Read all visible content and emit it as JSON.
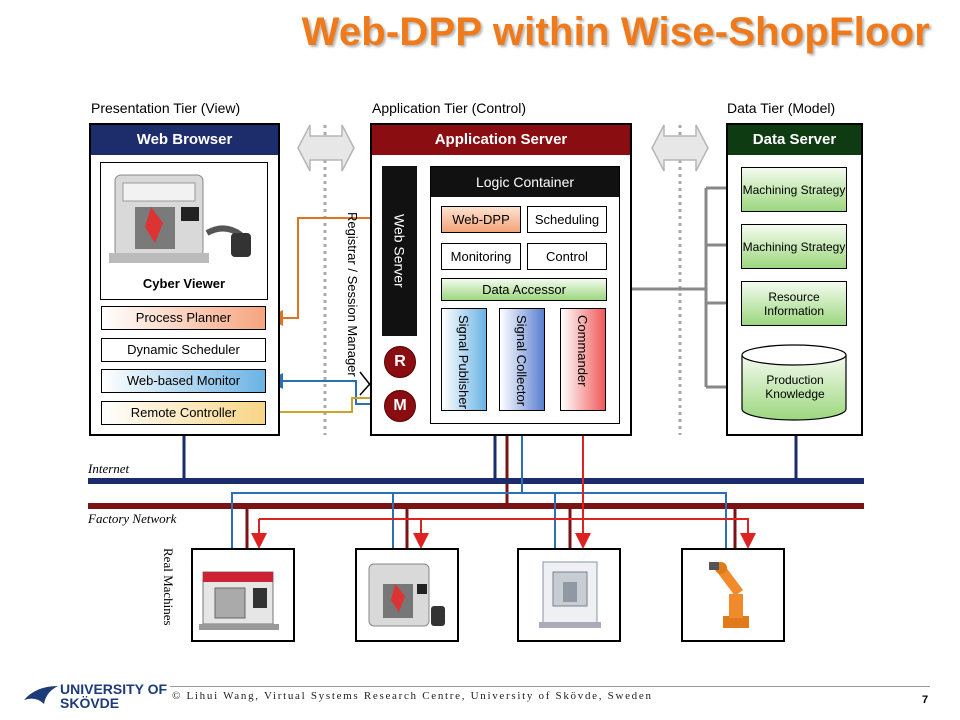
{
  "title": "Web-DPP within Wise-ShopFloor",
  "tiers": {
    "presentation": {
      "label": "Presentation Tier (View)",
      "header": "Web Browser",
      "viewer_label": "Cyber Viewer",
      "items": [
        "Process Planner",
        "Dynamic Scheduler",
        "Web-based Monitor",
        "Remote Controller"
      ]
    },
    "application": {
      "label": "Application Tier (Control)",
      "header": "Application Server",
      "web_server": "Web Server",
      "session_manager": "Registrar / Session Manager",
      "r_label": "R",
      "m_label": "M",
      "logic_container": "Logic Container",
      "modules": [
        "Web-DPP",
        "Scheduling",
        "Monitoring",
        "Control"
      ],
      "data_accessor": "Data Accessor",
      "components": [
        "Signal Publisher",
        "Signal Collector",
        "Commander"
      ]
    },
    "data": {
      "label": "Data Tier (Model)",
      "header": "Data Server",
      "items": [
        "Machining Strategy",
        "Machining Strategy",
        "Resource Information"
      ],
      "database": "Production Knowledge"
    }
  },
  "networks": {
    "internet": "Internet",
    "factory": "Factory Network",
    "machines_label": "Real Machines"
  },
  "footer": {
    "university_line1": "UNIVERSITY OF",
    "university_line2": "SKÖVDE",
    "copyright": "© Lihui Wang, Virtual Systems Research Centre, University of Skövde, Sweden",
    "page_number": "7"
  },
  "colors": {
    "title": "#f07a1a",
    "navy": "#1d2c6b",
    "dark_red": "#8a0d12",
    "dark_green": "#0e3b12",
    "internet_line": "#1a2d6a",
    "factory_line": "#7a1414"
  }
}
